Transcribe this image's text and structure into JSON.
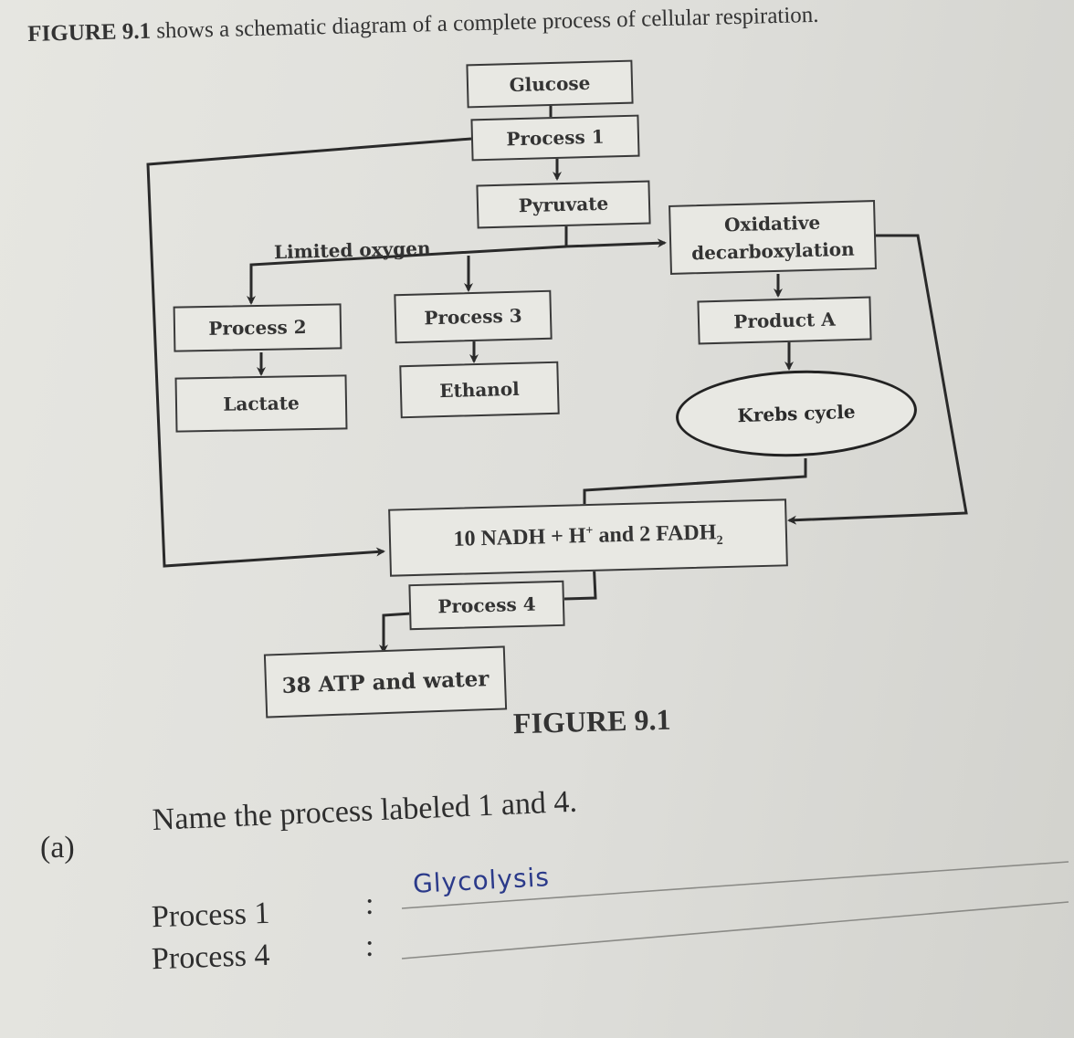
{
  "heading": {
    "bold": "FIGURE 9.1",
    "rest": " shows a schematic diagram of a complete process of cellular respiration."
  },
  "diagram": {
    "glucose": "Glucose",
    "process1": "Process 1",
    "pyruvate": "Pyruvate",
    "limited_oxygen": "Limited oxygen",
    "oxidative_decarboxylation": [
      "Oxidative",
      "decarboxylation"
    ],
    "process2": "Process 2",
    "process3": "Process 3",
    "product_a": "Product A",
    "lactate": "Lactate",
    "ethanol": "Ethanol",
    "krebs_cycle": "Krebs cycle",
    "nadh_box": {
      "main": "10 NADH + H",
      "sup": "+",
      "mid": " and 2 FADH",
      "sub": "2"
    },
    "process4": "Process 4",
    "atp_water": "38 ATP and water",
    "caption": "FIGURE 9.1"
  },
  "question": {
    "letter": "(a)",
    "prompt": "Name the process labeled 1 and 4.",
    "rows": [
      {
        "label": "Process 1",
        "colon": ":",
        "answer": "Glycolysis"
      },
      {
        "label": "Process 4",
        "colon": ":",
        "answer": ""
      }
    ]
  }
}
